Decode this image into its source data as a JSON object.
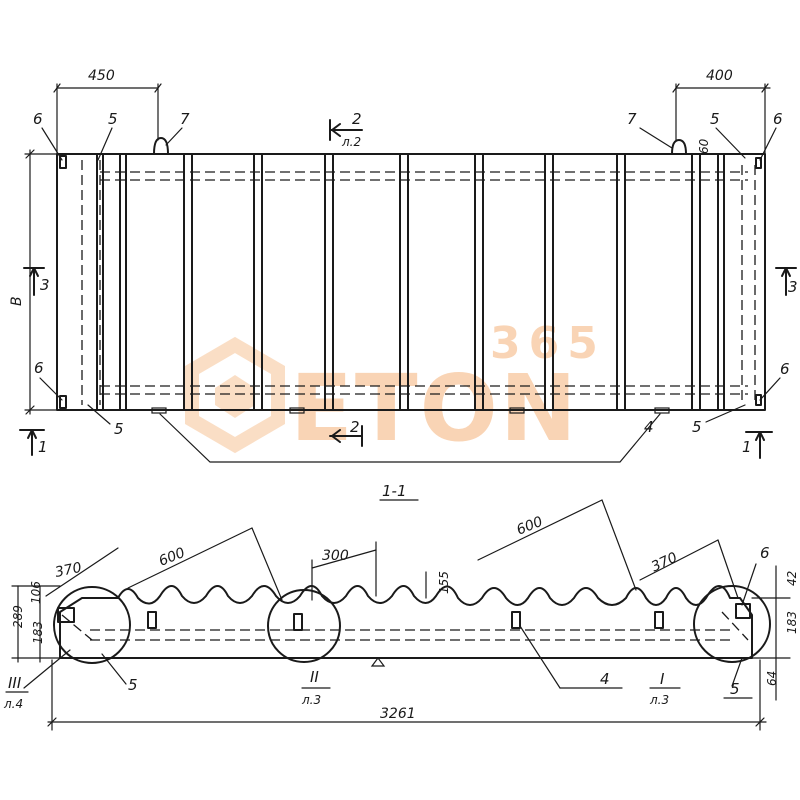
{
  "plan": {
    "dim_left": "450",
    "dim_right": "400",
    "height_label": "В",
    "callout_6_tl": "6",
    "callout_5_tl": "5",
    "callout_7_left": "7",
    "callout_7_right": "7",
    "callout_5_tr": "5",
    "callout_6_tr": "6",
    "callout_6_bl": "6",
    "callout_5_bl": "5",
    "callout_4": "4",
    "callout_5_br": "5",
    "callout_6_br": "6",
    "dim_60": "60",
    "section_2_top_num": "2",
    "section_2_top_sheet": "л.2",
    "section_2_bot_num": "2",
    "section_3_left": "3",
    "section_3_right": "3",
    "section_1_left": "1",
    "section_1_right": "1"
  },
  "section": {
    "title": "1-1",
    "dim_370_left": "370",
    "dim_600_left": "600",
    "dim_300": "300",
    "dim_600_right": "600",
    "dim_370_right": "370",
    "dim_155": "155",
    "dim_289": "289",
    "dim_106": "106",
    "dim_183_left": "183",
    "dim_42": "42",
    "dim_183_right": "183",
    "dim_64": "64",
    "dim_total": "3261",
    "callout_6": "6",
    "callout_5_left": "5",
    "callout_4": "4",
    "callout_5_right": "5",
    "node_III": "III",
    "node_III_sheet": "л.4",
    "node_II": "II",
    "node_II_sheet": "л.3",
    "node_I": "I",
    "node_I_sheet": "л.3"
  },
  "watermark": {
    "brand": "ETON",
    "digits": "365"
  }
}
